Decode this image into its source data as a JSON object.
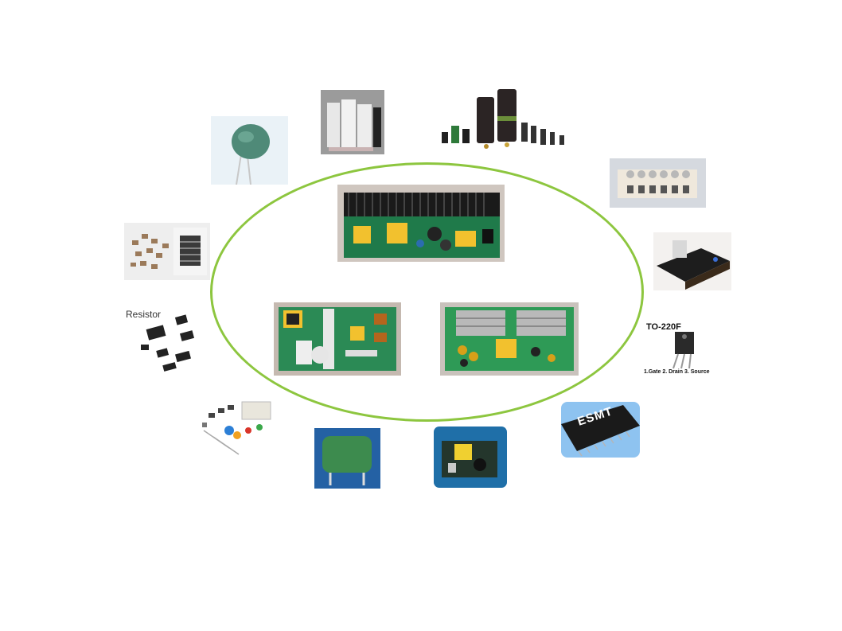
{
  "slide": {
    "accent_color": "#8dc63f",
    "center_images": [
      {
        "icon": "pcb-with-heatsink-image"
      },
      {
        "icon": "pcb-green-transformer-image"
      },
      {
        "icon": "pcb-green-heatsinks-image"
      }
    ],
    "outer_images": [
      {
        "icon": "disc-varistor-image"
      },
      {
        "icon": "film-capacitors-image"
      },
      {
        "icon": "electrolytic-capacitors-image"
      },
      {
        "icon": "terminal-block-image"
      },
      {
        "icon": "sensor-module-image"
      },
      {
        "icon": "to220-transistor-image"
      },
      {
        "icon": "esmt-chip-image"
      },
      {
        "icon": "power-module-image"
      },
      {
        "icon": "x-capacitor-image"
      },
      {
        "icon": "assorted-components-image"
      },
      {
        "icon": "smd-resistors-image"
      },
      {
        "icon": "mlcc-chips-image"
      }
    ],
    "labels": {
      "resistor": "Resistor",
      "to220": "TO-220F",
      "pins": "1.Gate  2. Drain  3. Source",
      "chip_brand": "ESMT"
    }
  }
}
